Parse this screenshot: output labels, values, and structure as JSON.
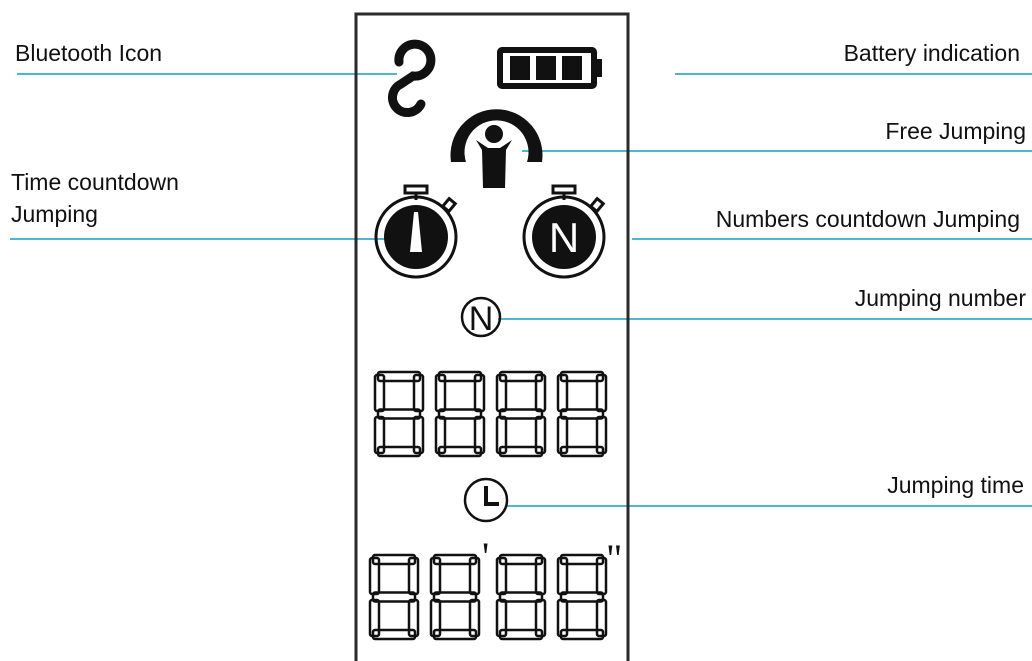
{
  "colors": {
    "leader": "#4ab8d4",
    "ink": "#111111",
    "display_border": "#2a2a2a"
  },
  "labels": {
    "bluetooth": "Bluetooth Icon",
    "battery": "Battery indication",
    "free_jumping": "Free Jumping",
    "time_countdown_line1": "Time countdown",
    "time_countdown_line2": "Jumping",
    "numbers_countdown": "Numbers countdown Jumping",
    "jumping_number": "Jumping number",
    "jumping_time": "Jumping time"
  },
  "display": {
    "icons": [
      "bluetooth-icon",
      "battery-icon",
      "free-jumping-icon",
      "time-countdown-stopwatch-icon",
      "numbers-countdown-stopwatch-icon",
      "jumping-number-icon",
      "jumping-time-clock-icon"
    ],
    "number_badge": "N",
    "count_digits": "8888",
    "time_digits": "8888",
    "minute_mark": "'",
    "second_mark": "\""
  }
}
